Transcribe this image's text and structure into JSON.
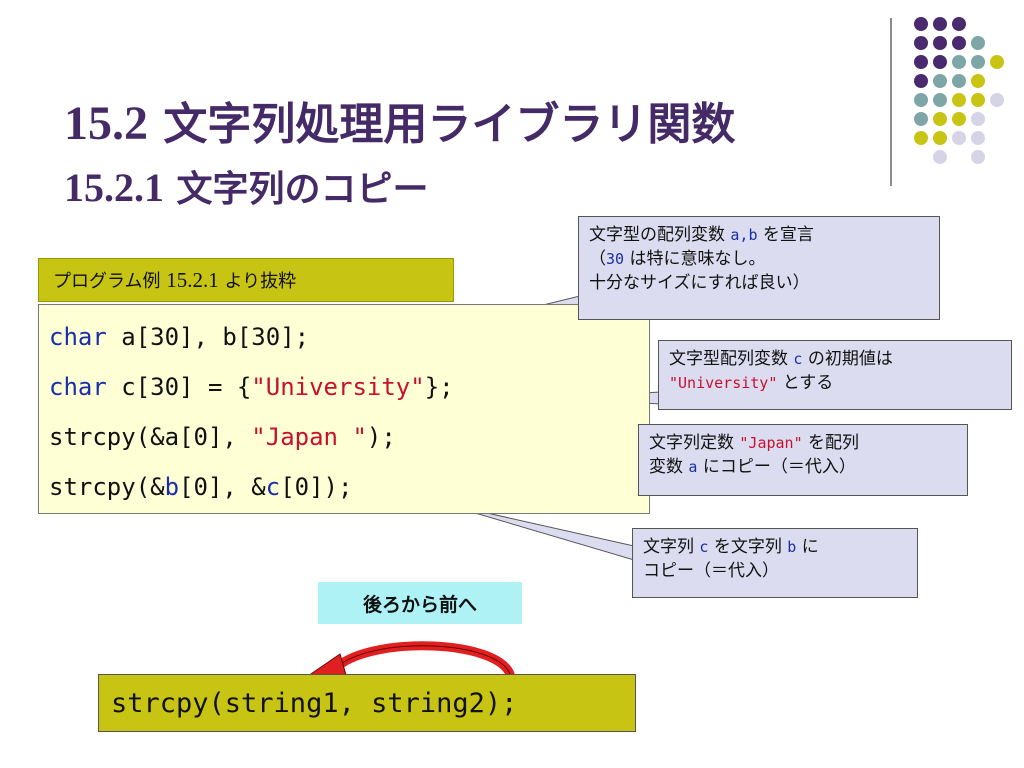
{
  "title": {
    "main_num": "15.2",
    "main_text": "文字列処理用ライブラリ関数",
    "sub_num": "15.2.1",
    "sub_text": "文字列のコピー"
  },
  "program_label": {
    "prefix": "プログラム例",
    "num": "15.2.1",
    "suffix": "より抜粋"
  },
  "code": {
    "line1": {
      "kw": "char",
      "rest": " a[30], b[30];"
    },
    "line2": {
      "kw": "char",
      "mid": " c[30] = {",
      "str": "\"University\"",
      "end": "};"
    },
    "line3": {
      "fn": "strcpy(&a[0], ",
      "str": "\"Japan \"",
      "end": ");"
    },
    "line4": {
      "fn": "strcpy(&",
      "b": "b",
      "mid": "[0], &",
      "c": "c",
      "end": "[0]);"
    }
  },
  "callouts": {
    "c1": {
      "l1a": "文字型の配列変数",
      "l1var": "a,b",
      "l1b": "を宣言",
      "l2a": "（",
      "l2num": "30",
      "l2b": "は特に意味なし。",
      "l3": "十分なサイズにすれば良い）"
    },
    "c2": {
      "l1a": "文字型配列変数",
      "l1var": "c",
      "l1b": "の初期値は",
      "l2str": "\"University\"",
      "l2b": "とする"
    },
    "c3": {
      "l1a": "文字列定数",
      "l1str": "\"Japan\"",
      "l1b": "を配列",
      "l2a": "変数",
      "l2var": "a",
      "l2b": "にコピー（＝代入）"
    },
    "c4": {
      "l1a": "文字列",
      "l1var1": "c",
      "l1b": "を文字列",
      "l1var2": "b",
      "l1c": "に",
      "l2": "コピー（＝代入）"
    }
  },
  "order_label": "後ろから前へ",
  "function_signature": "strcpy(string1, string2);",
  "colors": {
    "title": "#442a66",
    "accent_olive": "#c8c414",
    "code_bg": "#ffffd6",
    "callout_bg": "#dcdcf0",
    "keyword": "#1a2ea8",
    "string": "#c8102e",
    "order_bg": "#aef2f6",
    "arrow": "#e02020",
    "dot_purple": "#4a2a6e",
    "dot_teal": "#7ea6a6",
    "dot_olive": "#c8c414",
    "dot_lavender": "#d4d4e6"
  },
  "icons": {
    "arrow": "curved-arrow-right-to-left-icon",
    "decoration": "dot-grid-decoration"
  }
}
